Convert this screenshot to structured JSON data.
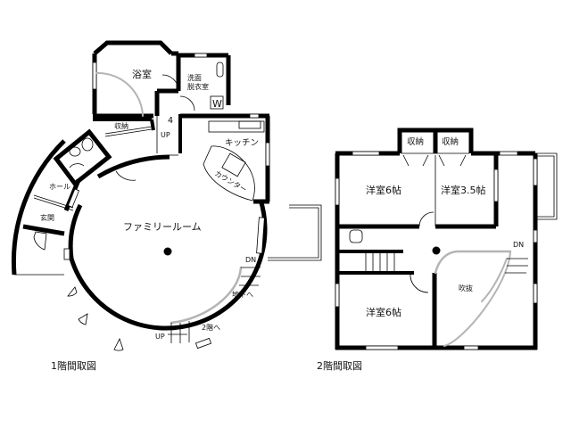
{
  "floor1": {
    "caption": "1階間取図",
    "rooms": {
      "bath": "浴室",
      "washroom_line1": "洗面",
      "washroom_line2": "脱衣室",
      "washer": "W",
      "storage": "収納",
      "kitchen": "キッチン",
      "counter": "カウンター",
      "hall": "ホール",
      "entrance": "玄関",
      "family_room": "ファミリールーム"
    },
    "stairs": {
      "up_inner": "UP",
      "up_main": "UP",
      "dn_main": "DN",
      "to_basement": "地下へ",
      "to_second": "2階へ"
    }
  },
  "floor2": {
    "caption": "2階間取図",
    "rooms": {
      "storage_left": "収納",
      "storage_right": "収納",
      "western_6_top": "洋室6帖",
      "western_35": "洋室3.5帖",
      "western_6_bottom": "洋室6帖",
      "atrium": "吹抜"
    },
    "stairs": {
      "dn": "DN"
    }
  },
  "colors": {
    "wall": "#000000",
    "stair_rail": "#b4b4b4",
    "background": "#ffffff"
  }
}
